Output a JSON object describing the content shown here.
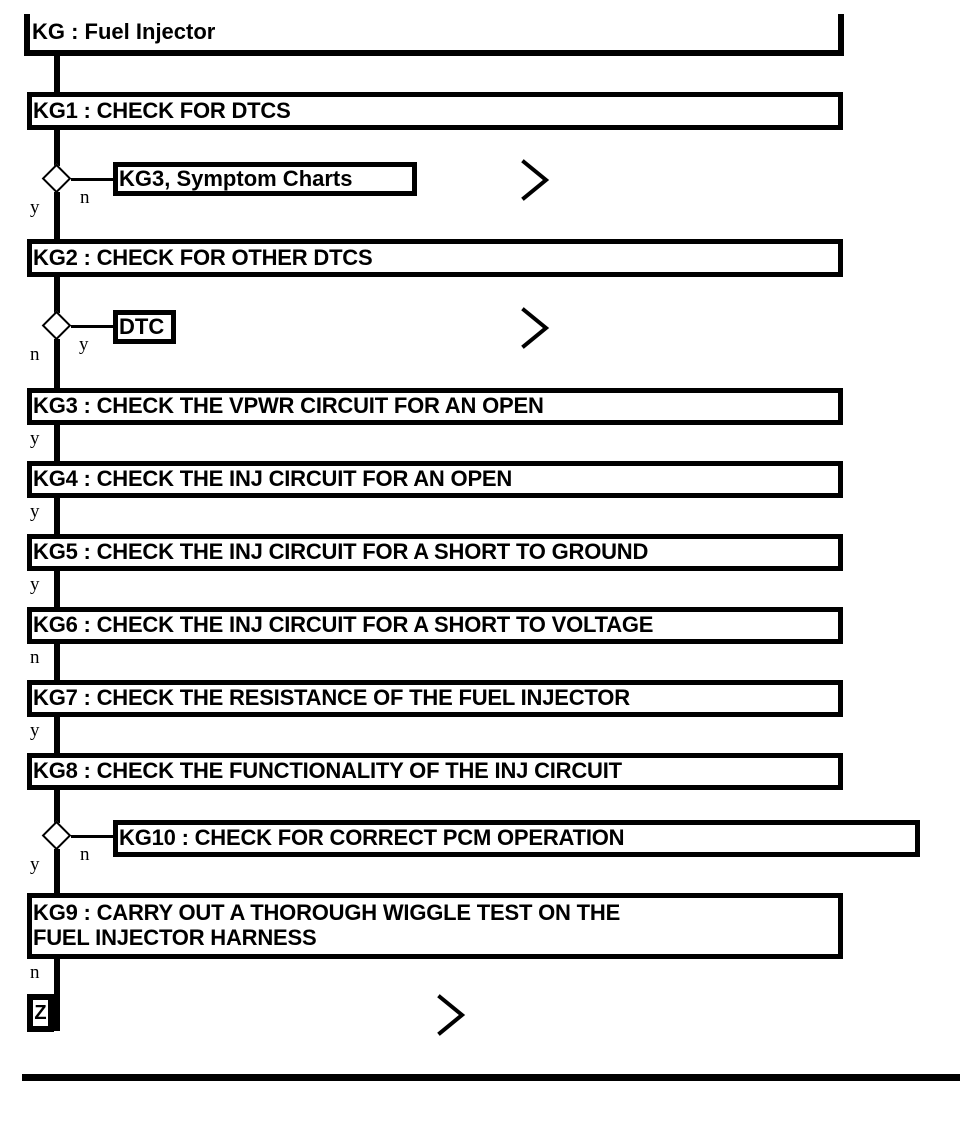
{
  "diagram": {
    "kind": "diagnostic-flowchart",
    "title": "KG : Fuel Injector",
    "background_color": "#ffffff",
    "ink_color": "#000000"
  },
  "title_box": {
    "label": "KG : Fuel Injector"
  },
  "steps": [
    {
      "id": "KG1",
      "label": "KG1 : CHECK FOR DTCS"
    },
    {
      "id": "KG2",
      "label": "KG2 : CHECK FOR OTHER DTCS"
    },
    {
      "id": "KG3",
      "label": "KG3 : CHECK THE VPWR CIRCUIT FOR AN OPEN"
    },
    {
      "id": "KG4",
      "label": "KG4 : CHECK THE INJ CIRCUIT FOR AN OPEN"
    },
    {
      "id": "KG5",
      "label": "KG5 : CHECK THE INJ CIRCUIT FOR A SHORT TO GROUND"
    },
    {
      "id": "KG6",
      "label": "KG6 : CHECK THE INJ CIRCUIT FOR A SHORT TO VOLTAGE"
    },
    {
      "id": "KG7",
      "label": "KG7 : CHECK THE RESISTANCE OF THE FUEL INJECTOR"
    },
    {
      "id": "KG8",
      "label": "KG8 : CHECK THE FUNCTIONALITY OF THE INJ CIRCUIT"
    },
    {
      "id": "KG10",
      "label": "KG10 : CHECK FOR CORRECT PCM OPERATION"
    },
    {
      "id": "KG9",
      "label": "KG9 : CARRY OUT A THOROUGH WIGGLE TEST ON THE\nFUEL INJECTOR HARNESS"
    }
  ],
  "references": [
    {
      "id": "ref-kg3-symptom-charts",
      "label": "KG3, Symptom Charts"
    },
    {
      "id": "ref-dtc",
      "label": "DTC"
    }
  ],
  "terminator": {
    "label": "Z"
  },
  "branches": [
    {
      "id": "d1-yes",
      "label": "y"
    },
    {
      "id": "d1-no",
      "label": "n"
    },
    {
      "id": "d2-no",
      "label": "n"
    },
    {
      "id": "d2-yes",
      "label": "y"
    },
    {
      "id": "kg3-yes",
      "label": "y"
    },
    {
      "id": "kg4-yes",
      "label": "y"
    },
    {
      "id": "kg5-yes",
      "label": "y"
    },
    {
      "id": "kg6-no",
      "label": "n"
    },
    {
      "id": "kg7-yes",
      "label": "y"
    },
    {
      "id": "d3-yes",
      "label": "y"
    },
    {
      "id": "d3-no",
      "label": "n"
    },
    {
      "id": "kg9-no",
      "label": "n"
    }
  ],
  "arrows": [
    {
      "id": "arrow-1",
      "glyph": "chevron-right"
    },
    {
      "id": "arrow-2",
      "glyph": "chevron-right"
    },
    {
      "id": "arrow-3",
      "glyph": "chevron-right"
    }
  ]
}
